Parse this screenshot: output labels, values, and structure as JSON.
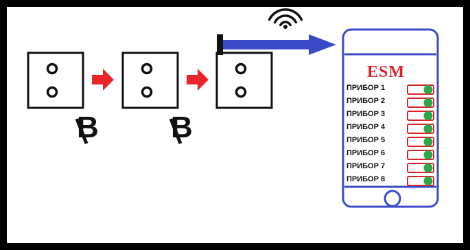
{
  "colors": {
    "background": "#000000",
    "canvas": "#ffffff",
    "outline": "#111111",
    "flow_arrow": "#e8262b",
    "link_arrow": "#3b4bc8",
    "phone_frame": "#3b4bc8",
    "brand": "#d9232a",
    "toggle_border": "#d9232a",
    "toggle_knob": "#2ba84a"
  },
  "devices": [
    {
      "id": "device-1",
      "has_antenna": false,
      "mark": "В"
    },
    {
      "id": "device-2",
      "has_antenna": false,
      "mark": "В"
    },
    {
      "id": "device-3",
      "has_antenna": true,
      "mark": ""
    }
  ],
  "icons": {
    "flow": "right-arrow-icon",
    "link": "long-right-arrow-icon",
    "wifi": "wifi-signal-icon",
    "home_button": "home-button-icon"
  },
  "phone": {
    "brand": "ESM",
    "devices": [
      {
        "label": "ПРИБОР 1",
        "on": true
      },
      {
        "label": "ПРИБОР 2",
        "on": true
      },
      {
        "label": "ПРИБОР 3",
        "on": true
      },
      {
        "label": "ПРИБОР 4",
        "on": true
      },
      {
        "label": "ПРИБОР 5",
        "on": true
      },
      {
        "label": "ПРИБОР 6",
        "on": true
      },
      {
        "label": "ПРИБОР 7",
        "on": true
      },
      {
        "label": "ПРИБОР 8",
        "on": true
      }
    ]
  }
}
